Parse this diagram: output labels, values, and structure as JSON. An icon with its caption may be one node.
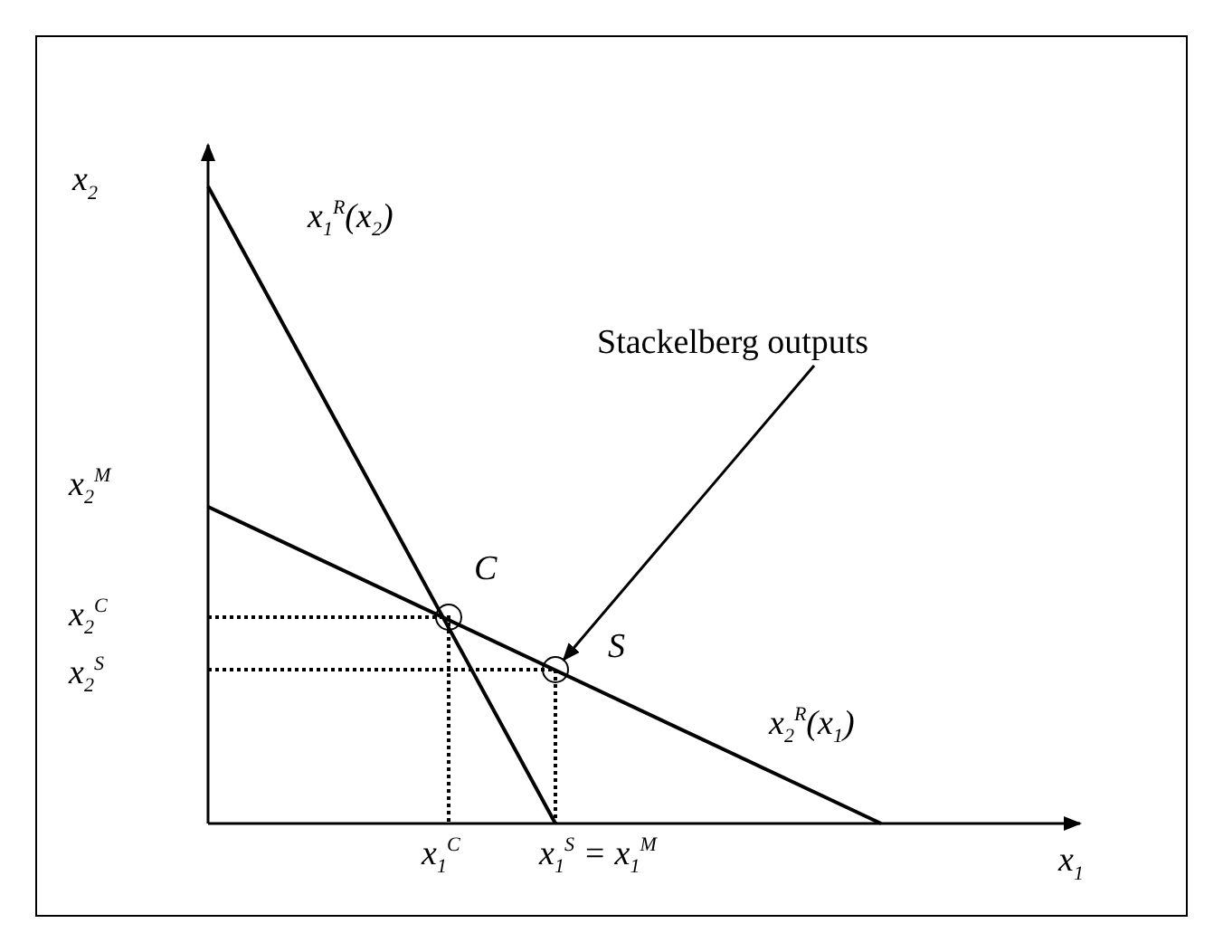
{
  "diagram": {
    "nodes": [
      {
        "text": [
          "Stackelberg outputs"
        ]
      },
      {
        "text": [],
        "shape": "circle",
        "beside": [
          "C"
        ]
      },
      {
        "text": [],
        "shape": "circle",
        "beside": [
          "S"
        ]
      }
    ],
    "edges": [
      {
        "from": 0,
        "to": 2,
        "arrow": "to"
      }
    ],
    "labels": [
      "x$_{2}$",
      "x$_{1}$$^{R}$(x$_{2}$)",
      "x$_{2}$$^{M}$",
      "x$_{2}$$^{C}$",
      "x$_{2}$$^{S}$",
      "x$_{2}$$^{R}$(x$_{1}$)",
      "x$_{1}$$^{C}$",
      "x$_{1}$$^{S}$ = x$_{1}$$^{M}$",
      "x$_{1}$"
    ]
  }
}
